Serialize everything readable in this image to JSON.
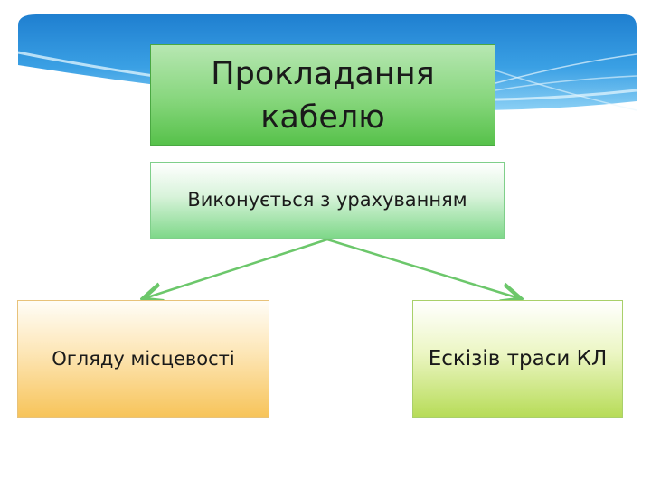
{
  "diagram": {
    "title": "Прокладання кабелю",
    "subtitle": "Виконується з урахуванням",
    "left_item": "Огляду місцевості",
    "right_item": "Ескізів траси КЛ"
  },
  "colors": {
    "banner_blue": "#2a8fd8",
    "title_green": "#6bcc60",
    "subtitle_green": "#8fdc98",
    "left_orange": "#f7c45a",
    "right_lime": "#b7dc58",
    "arrow_green": "#6cc76b"
  }
}
